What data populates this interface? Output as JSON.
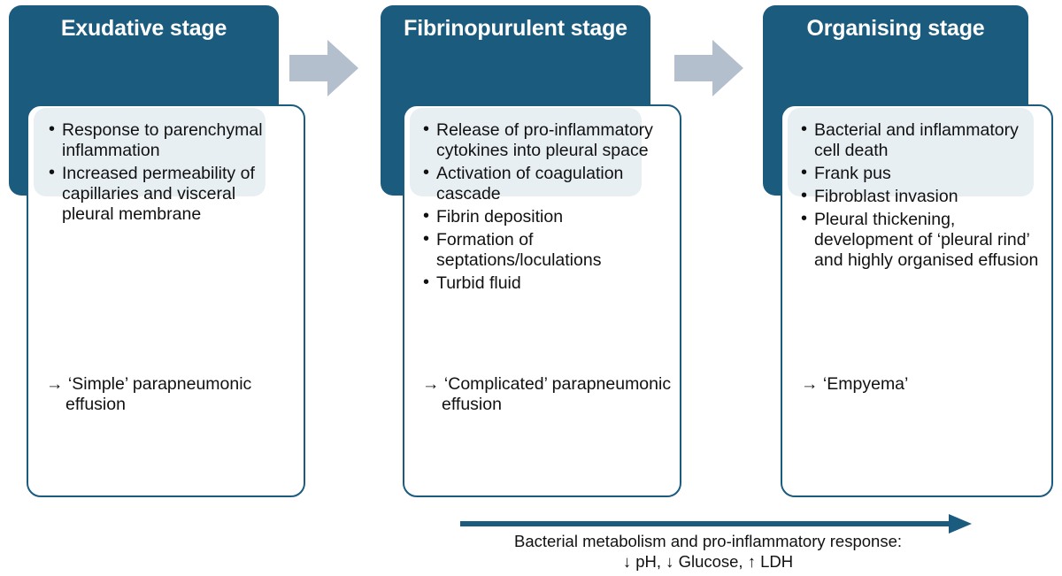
{
  "diagram": {
    "title_implied": "Stages of parapneumonic effusion",
    "colors": {
      "header_fill": "#1b5b7e",
      "card_border": "#1b5b7e",
      "tint_panel": "#e7eff3",
      "connector_arrow": "#b3bfcc",
      "progress_arrow": "#1b5b7e",
      "text": "#111111",
      "header_text": "#ffffff"
    },
    "stages": [
      {
        "id": "exudative",
        "title": "Exudative stage",
        "bullets": [
          "Response to parenchymal inflammation",
          "Increased permeability of capillaries and visceral pleural membrane"
        ],
        "outcome": "→ ‘Simple’ parapneumonic effusion"
      },
      {
        "id": "fibrinopurulent",
        "title": "Fibrinopurulent stage",
        "bullets": [
          "Release of pro-inflammatory cytokines into pleural space",
          "Activation of coagulation cascade",
          "Fibrin deposition",
          "Formation of septations/loculations",
          "Turbid fluid"
        ],
        "outcome": "→ ‘Complicated’ parapneumonic effusion"
      },
      {
        "id": "organising",
        "title": "Organising stage",
        "bullets": [
          "Bacterial and inflammatory cell death",
          "Frank pus",
          "Fibroblast invasion",
          "Pleural thickening, development of ‘pleural rind’ and highly organised effusion"
        ],
        "outcome": "→ ‘Empyema’"
      }
    ],
    "connectors": [
      {
        "id": "connector-1",
        "icon": "right-arrow-icon"
      },
      {
        "id": "connector-2",
        "icon": "right-arrow-icon"
      }
    ],
    "progression": {
      "arrow_icon": "long-right-arrow-icon",
      "caption_line1": "Bacterial metabolism and pro-inflammatory response:",
      "caption_line2": "↓ pH, ↓ Glucose, ↑ LDH"
    }
  }
}
